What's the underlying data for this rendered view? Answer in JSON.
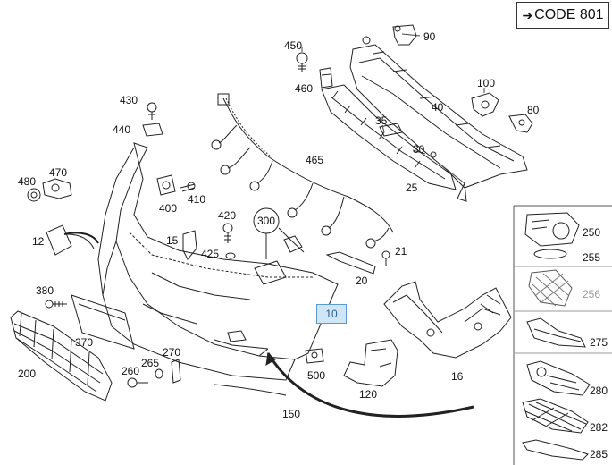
{
  "header": {
    "code_label": "CODE 801"
  },
  "selected_part": "10",
  "callouts": {
    "p450": "450",
    "p90": "90",
    "p460": "460",
    "p430": "430",
    "p100": "100",
    "p40": "40",
    "p80": "80",
    "p440": "440",
    "p35": "35",
    "p30": "30",
    "p465": "465",
    "p470": "470",
    "p480": "480",
    "p25": "25",
    "p400": "400",
    "p410": "410",
    "p420": "420",
    "p300": "300",
    "p250": "250",
    "p255": "255",
    "p12": "12",
    "p15": "15",
    "p425": "425",
    "p21": "21",
    "p20": "20",
    "p256": "256",
    "p380": "380",
    "p370": "370",
    "p275": "275",
    "p270": "270",
    "p265": "265",
    "p260": "260",
    "p500": "500",
    "p16": "16",
    "p200": "200",
    "p120": "120",
    "p280": "280",
    "p150": "150",
    "p282": "282",
    "p285": "285"
  },
  "colors": {
    "line": "#222222",
    "selected_fill": "#cfe6f7",
    "selected_border": "#5b9bd5",
    "disabled_label": "#9a9a9a"
  }
}
